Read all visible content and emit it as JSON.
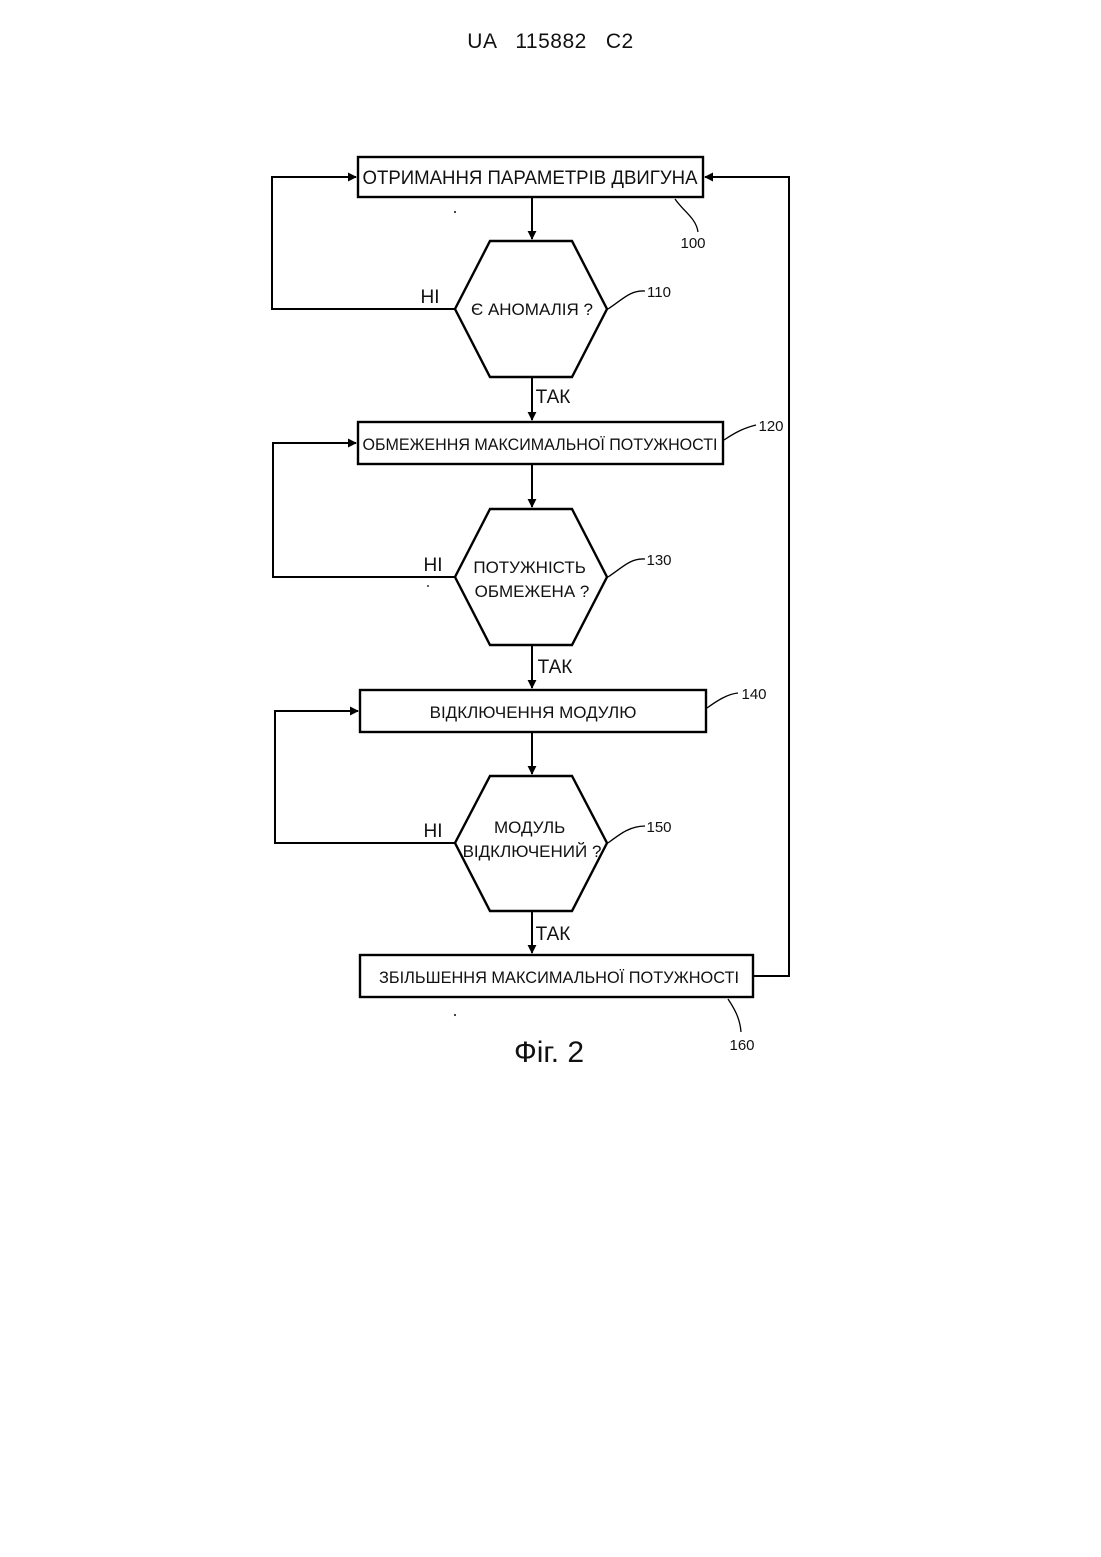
{
  "header": {
    "doc_number": "UA   115882   C2"
  },
  "steps": {
    "s100": {
      "label": "ОТРИМАННЯ ПАРАМЕТРІВ ДВИГУНА",
      "ref": "100"
    },
    "s110": {
      "lines": [
        "Є АНОМАЛІЯ ?"
      ],
      "ref": "110"
    },
    "s120": {
      "label": "ОБМЕЖЕННЯ МАКСИМАЛЬНОЇ ПОТУЖНОСТІ",
      "ref": "120"
    },
    "s130": {
      "lines": [
        "ПОТУЖНІСТЬ",
        "ОБМЕЖЕНА ?"
      ],
      "ref": "130"
    },
    "s140": {
      "label": "ВІДКЛЮЧЕННЯ МОДУЛЮ",
      "ref": "140"
    },
    "s150": {
      "lines": [
        "МОДУЛЬ",
        "ВІДКЛЮЧЕНИЙ ?"
      ],
      "ref": "150"
    },
    "s160": {
      "label": "ЗБІЛЬШЕННЯ МАКСИМАЛЬНОЇ ПОТУЖНОСТІ",
      "ref": "160"
    }
  },
  "branches": {
    "no": "НІ",
    "yes": "ТАК"
  },
  "figure": {
    "caption": "Фіг. 2"
  }
}
